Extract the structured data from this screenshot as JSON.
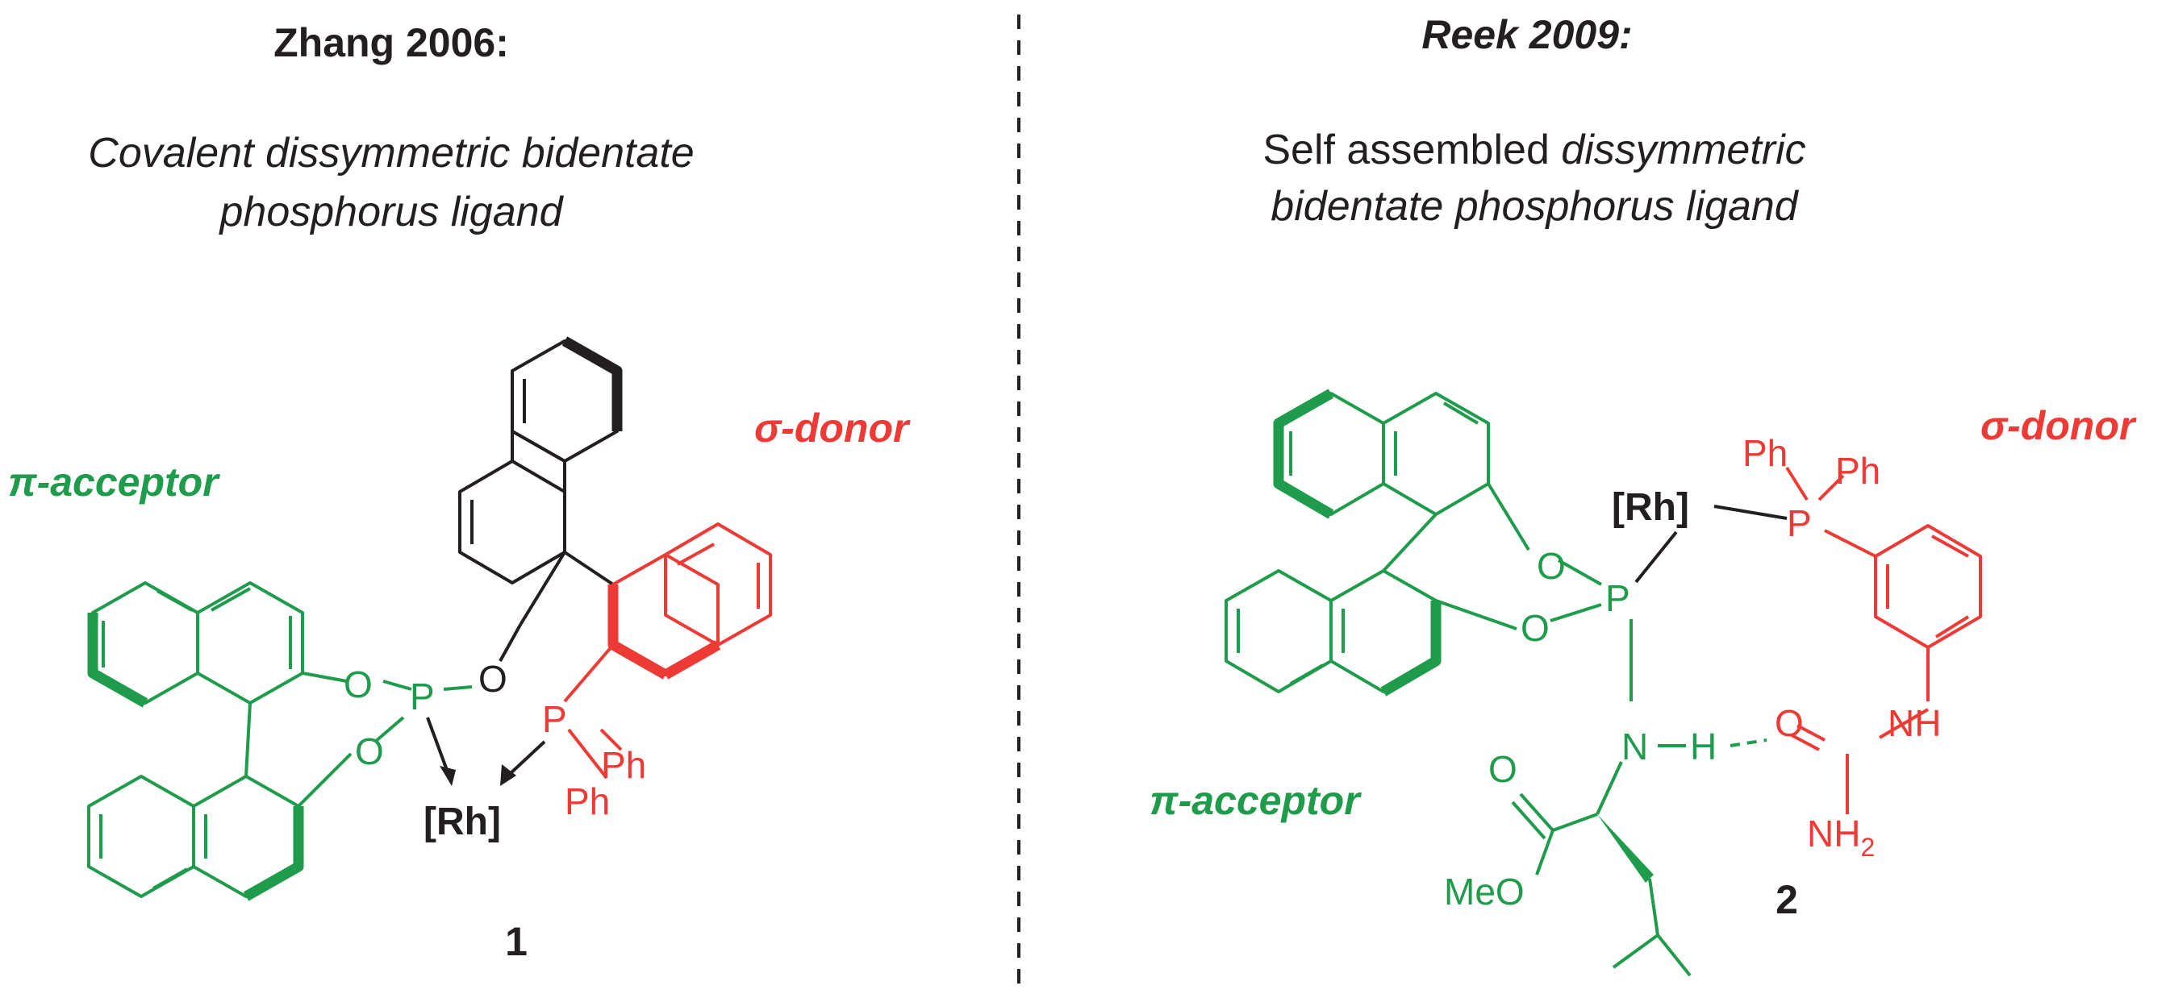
{
  "left": {
    "heading": "Zhang 2006:",
    "description_line1": "Covalent dissymmetric bidentate",
    "description_line2": "phosphorus ligand",
    "pi_label": "π-acceptor",
    "sigma_label": "σ-donor",
    "atoms": {
      "O1": "O",
      "O2": "O",
      "O3": "O",
      "P1": "P",
      "P2": "P",
      "Ph1": "Ph",
      "Ph2": "Ph"
    },
    "metal": "[Rh]",
    "compound_number": "1"
  },
  "right": {
    "heading": "Reek 2009:",
    "description_line1_roman": "Self assembled ",
    "description_line1_italic": "dissymmetric",
    "description_line2": "bidentate phosphorus ligand",
    "pi_label": "π-acceptor",
    "sigma_label": "σ-donor",
    "atoms": {
      "O1": "O",
      "O2": "O",
      "P1": "P",
      "P2": "P",
      "Ph1": "Ph",
      "Ph2": "Ph",
      "N": "N",
      "H": "H",
      "O_urea": "O",
      "NH": "NH",
      "NH2": "NH",
      "NH2_sub": "2",
      "O_ester": "O",
      "MeO": "MeO"
    },
    "metal": "[Rh]",
    "compound_number": "2"
  },
  "colors": {
    "green": "#1f9c4b",
    "red": "#ee3a35",
    "black": "#231f20"
  }
}
